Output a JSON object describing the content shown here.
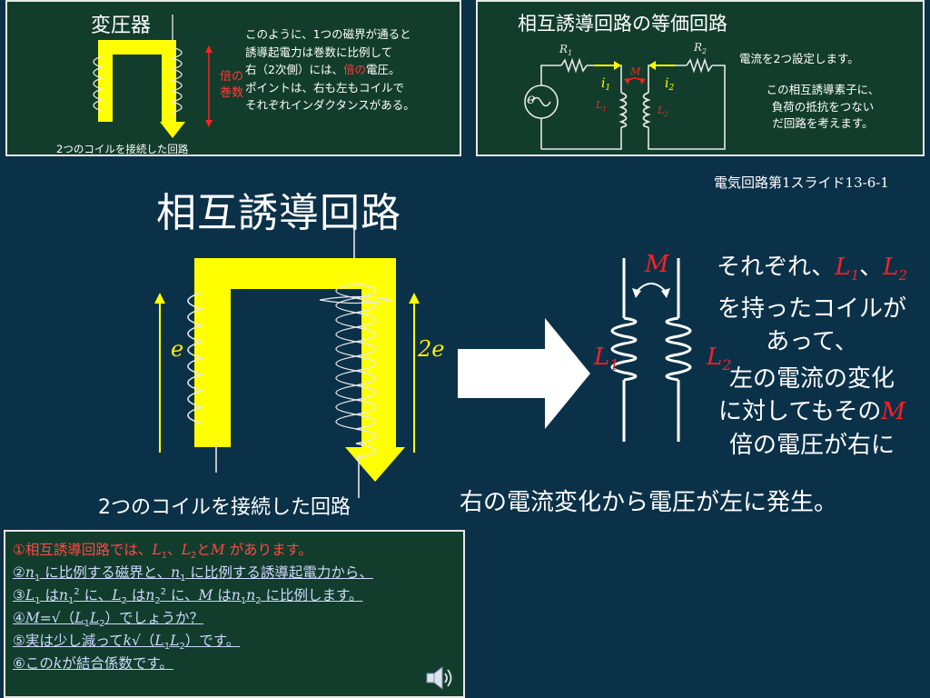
{
  "top_left": {
    "title": "変圧器",
    "lines": [
      "このように、1つの磁界が通ると",
      "誘導起電力は巻数に比例して",
      "右（2次側）には、",
      "倍の",
      "電圧。",
      "ポイントは、右も左もコイルで",
      "それぞれインダクタンスがある。"
    ],
    "ratio_labels": [
      "倍の",
      "巻数"
    ],
    "caption": "2つのコイルを接続した回路"
  },
  "top_right": {
    "title": "相互誘導回路の等価回路",
    "labels": {
      "R1": "R",
      "R1_sub": "1",
      "R2": "R",
      "R2_sub": "2",
      "M": "M",
      "i1": "i",
      "i1_sub": "1",
      "i2": "i",
      "i2_sub": "2",
      "e": "e",
      "L1": "L",
      "L1_sub": "1",
      "L2": "L",
      "L2_sub": "2"
    },
    "text1": "電流を2つ設定します。",
    "text2": [
      "この相互誘導素子に、",
      "負荷の抵抗をつない",
      "だ回路を考えます。"
    ]
  },
  "slide_number": "電気回路第1スライド13-6-1",
  "main": {
    "title": "相互誘導回路",
    "label_e": "e",
    "label_2e": "2e",
    "caption": "2つのコイルを接続した回路"
  },
  "coupled": {
    "M": "M",
    "L1": "L",
    "L1_sub": "1",
    "L2": "L",
    "L2_sub": "2"
  },
  "right_text": {
    "l1_pre": "それぞれ、",
    "l1_L1": "L",
    "l1_L1_sub": "1",
    "l1_sep": "、",
    "l1_L2": "L",
    "l1_L2_sub": "2",
    "l2": "を持ったコイルが",
    "l3": "あって、",
    "l4": "左の電流の変化",
    "l5_pre": "に対してもその",
    "l5_M": "M",
    "l6": "倍の電圧が右に",
    "l7": "右の電流変化から電圧が左に発生。"
  },
  "notes": {
    "n1": {
      "a": "①相互誘導回路では、",
      "L": "L",
      "s1": "1",
      "c": "、",
      "L2": "L",
      "s2": "2",
      "d": "と",
      "M": "M",
      "e": " があります。"
    },
    "n2": {
      "a": "②",
      "n": "n",
      "s": "1",
      "b": " に比例する磁界と、",
      "n2": "n",
      "s2": "1",
      "c": " に比例する誘導起電力から、"
    },
    "n3": {
      "a": "③",
      "L": "L",
      "s": "1",
      "b": " は",
      "n": "n",
      "ns": "1",
      "p": "2",
      "c": " に、",
      "L2": "L",
      "s2": "2",
      "d": " は",
      "n2": "n",
      "ns2": "2",
      "p2": "2",
      "e": " に、",
      "M": "M",
      "f": " は",
      "n3": "n",
      "ns3": "1",
      "n4": "n",
      "ns4": "2",
      "g": " に比例します。"
    },
    "n4": {
      "a": "④",
      "M": "M",
      "b": "=√（",
      "L": "L",
      "s": "1",
      "L2": "L",
      "s2": "2",
      "c": "）でしょうか？"
    },
    "n5": {
      "a": "⑤実は少し減って",
      "k": "k",
      "b": "√（",
      "L": "L",
      "s": "1",
      "L2": "L",
      "s2": "2",
      "c": "）です。"
    },
    "n6": {
      "a": "⑥この",
      "k": "k",
      "b": "が結合係数です。"
    }
  },
  "colors": {
    "bg": "#0b3149",
    "panel": "#123d2c",
    "yellow": "#ffff00",
    "red": "#ff2020"
  },
  "icons": {
    "speaker": "speaker-icon",
    "arrow": "right-arrow-icon"
  }
}
